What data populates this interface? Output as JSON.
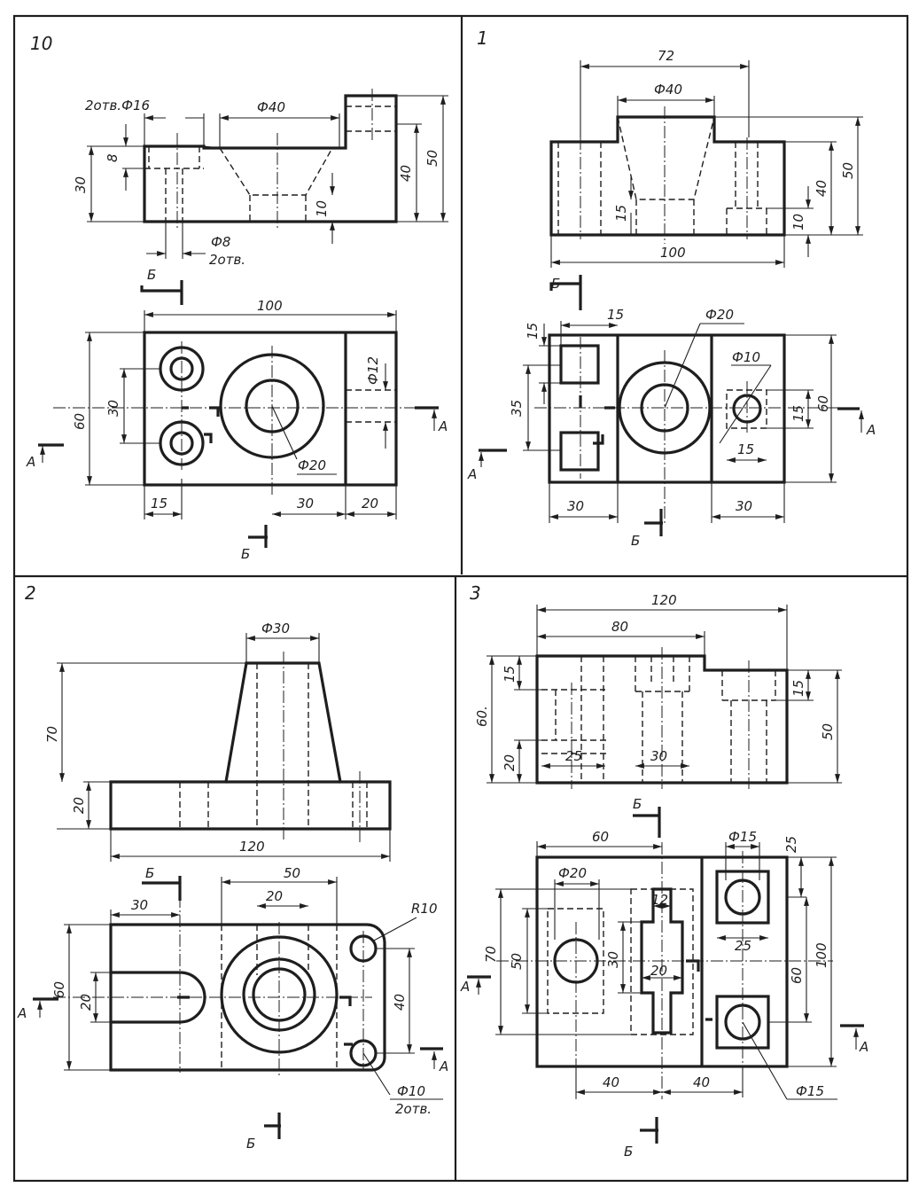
{
  "panels": [
    {
      "number": "10",
      "dimensions": {
        "holes_label": "2отв.Ф16",
        "phi40": "Ф40",
        "d8": "8",
        "d30": "30",
        "d10": "10",
        "d40": "40",
        "d50": "50",
        "phi8": "Ф8",
        "holes_2": "2отв.",
        "d100": "100",
        "d60": "60",
        "d30b": "30",
        "phi12": "Ф12",
        "phi20": "Ф20",
        "d15": "15",
        "d30c": "30",
        "d20": "20"
      },
      "section_marks": [
        "Б",
        "Б",
        "А",
        "А"
      ]
    },
    {
      "number": "1",
      "dimensions": {
        "d72": "72",
        "phi40": "Ф40",
        "d50": "50",
        "d40": "40",
        "d15": "15",
        "d10": "10",
        "d100": "100",
        "d15a": "15",
        "d15b": "15",
        "phi20": "Ф20",
        "phi10": "Ф10",
        "d35": "35",
        "d15c": "15",
        "d60": "60",
        "d15d": "15",
        "d30a": "30",
        "d30b": "30"
      },
      "section_marks": [
        "Б",
        "Б",
        "А",
        "А"
      ]
    },
    {
      "number": "2",
      "dimensions": {
        "phi30": "Ф30",
        "d70": "70",
        "d20": "20",
        "d120": "120",
        "d50": "50",
        "d30": "30",
        "d20a": "20",
        "r10": "R10",
        "d60": "60",
        "d20b": "20",
        "d40": "40",
        "phi10": "Ф10",
        "holes": "2отв."
      },
      "section_marks": [
        "Б",
        "Б",
        "А",
        "А"
      ]
    },
    {
      "number": "3",
      "dimensions": {
        "d120": "120",
        "d80": "80",
        "d15": "15",
        "d60": "60.",
        "d20": "20",
        "d25": "25",
        "d30": "30",
        "d15a": "15",
        "d50": "50",
        "d60b": "60",
        "phi15": "Ф15",
        "d25a": "25",
        "phi20": "Ф20",
        "d12": "12",
        "d70": "70",
        "d50a": "50",
        "d30a": "30",
        "d20a": "20",
        "d25b": "25",
        "d60c": "60",
        "d100": "100",
        "d40a": "40",
        "d40b": "40",
        "phi15b": "Ф15"
      },
      "section_marks": [
        "Б",
        "Б",
        "А",
        "А"
      ]
    }
  ]
}
